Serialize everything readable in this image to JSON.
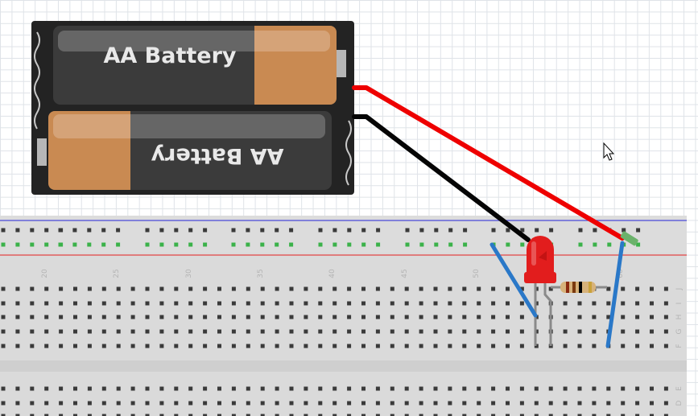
{
  "battery_pack": {
    "cell_top_label": "AA Battery",
    "cell_bottom_label": "AA Battery"
  },
  "breadboard": {
    "column_numbers": [
      "20",
      "25",
      "30",
      "35",
      "40",
      "45",
      "50",
      "60"
    ],
    "row_letters": [
      "J",
      "I",
      "H",
      "G",
      "F",
      "E",
      "D"
    ]
  },
  "wires": {
    "positive_color": "#ee0000",
    "negative_color": "#050505",
    "jumper_color": "#2a78c8"
  },
  "components": {
    "led_color": "#e21d1d",
    "resistor_color": "#d7b27a"
  },
  "cursor_icon": "arrow-pointer-icon"
}
